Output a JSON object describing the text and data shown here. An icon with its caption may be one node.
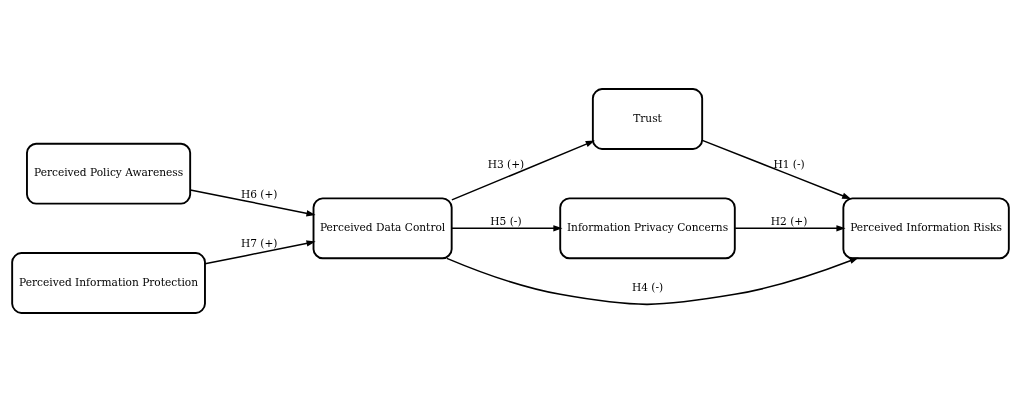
{
  "diagram": {
    "nodes": [
      {
        "text": [
          "Perceived Policy Awareness"
        ]
      },
      {
        "text": [
          "Perceived Information Protection"
        ]
      },
      {
        "text": [
          "Perceived Data Control"
        ]
      },
      {
        "text": [
          "Trust"
        ]
      },
      {
        "text": [
          "Information Privacy Concerns"
        ]
      },
      {
        "text": [
          "Perceived Information Risks"
        ]
      }
    ],
    "edges": [
      {
        "from": 0,
        "to": 2,
        "arrow": "to",
        "label": "H6 (+)"
      },
      {
        "from": 1,
        "to": 2,
        "arrow": "to",
        "label": "H7 (+)"
      },
      {
        "from": 2,
        "to": 3,
        "arrow": "to",
        "label": "H3 (+)"
      },
      {
        "from": 2,
        "to": 5,
        "arrow": "to",
        "label": "H4 (-)"
      },
      {
        "from": 2,
        "to": 4,
        "arrow": "to",
        "label": "H5 (-)"
      },
      {
        "from": 3,
        "to": 5,
        "arrow": "to",
        "label": "H1 (-)"
      },
      {
        "from": 4,
        "to": 5,
        "arrow": "to",
        "label": "H2 (+)"
      }
    ]
  }
}
